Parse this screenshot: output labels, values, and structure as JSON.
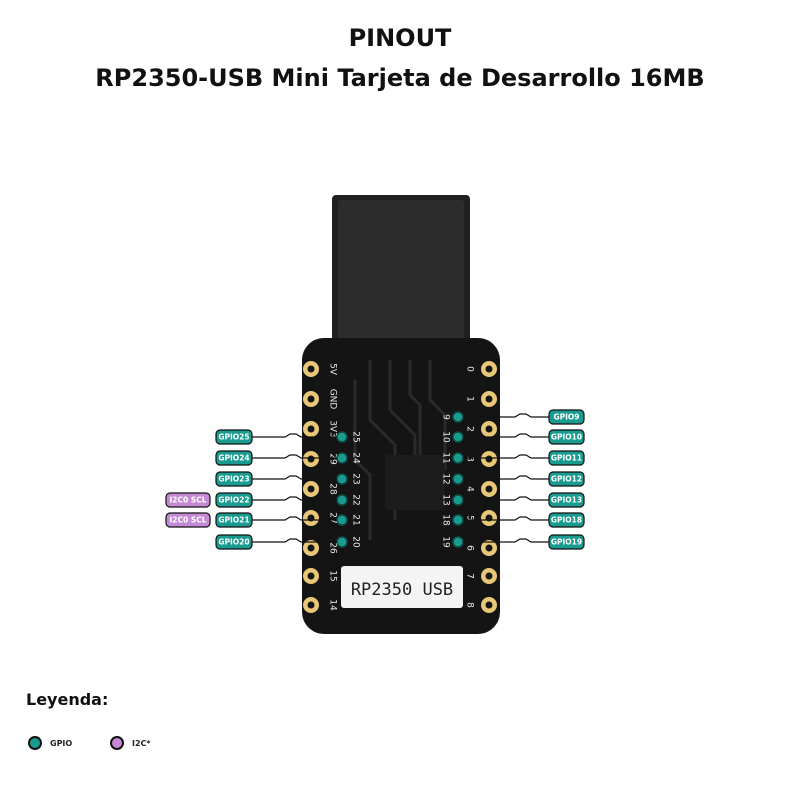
{
  "header": {
    "title": "PINOUT",
    "subtitle": "RP2350-USB Mini Tarjeta de Desarrollo 16MB"
  },
  "board": {
    "chip_label": "RP2350 USB",
    "left_edge_pins": [
      "5V",
      "GND",
      "3V3",
      "29",
      "28",
      "27",
      "26",
      "15",
      "14"
    ],
    "right_edge_pins": [
      "0",
      "1",
      "2",
      "3",
      "4",
      "5",
      "6",
      "7",
      "8"
    ],
    "inner_left_pins": [
      "25",
      "24",
      "23",
      "22",
      "21",
      "20"
    ],
    "inner_right_pins": [
      "9",
      "10",
      "11",
      "12",
      "13",
      "18",
      "19"
    ]
  },
  "labels": {
    "left": [
      {
        "gpio": "GPIO25",
        "i2c": ""
      },
      {
        "gpio": "GPIO24",
        "i2c": ""
      },
      {
        "gpio": "GPIO23",
        "i2c": ""
      },
      {
        "gpio": "GPIO22",
        "i2c": "I2C0 SCL"
      },
      {
        "gpio": "GPIO21",
        "i2c": "I2C0 SCL"
      },
      {
        "gpio": "GPIO20",
        "i2c": ""
      }
    ],
    "right": [
      {
        "gpio": "GPIO9"
      },
      {
        "gpio": "GPIO10"
      },
      {
        "gpio": "GPIO11"
      },
      {
        "gpio": "GPIO12"
      },
      {
        "gpio": "GPIO13"
      },
      {
        "gpio": "GPIO18"
      },
      {
        "gpio": "GPIO19"
      }
    ]
  },
  "legend": {
    "title": "Leyenda:",
    "items": [
      {
        "label": "GPIO",
        "color": "#1a9b8f"
      },
      {
        "label": "I2C*",
        "color": "#c58ad6"
      }
    ]
  },
  "colors": {
    "gpio": "#1a9b8f",
    "i2c": "#c58ad6",
    "board": "#141414",
    "pad": "#e8c877",
    "connector": "#2a2a2a"
  }
}
